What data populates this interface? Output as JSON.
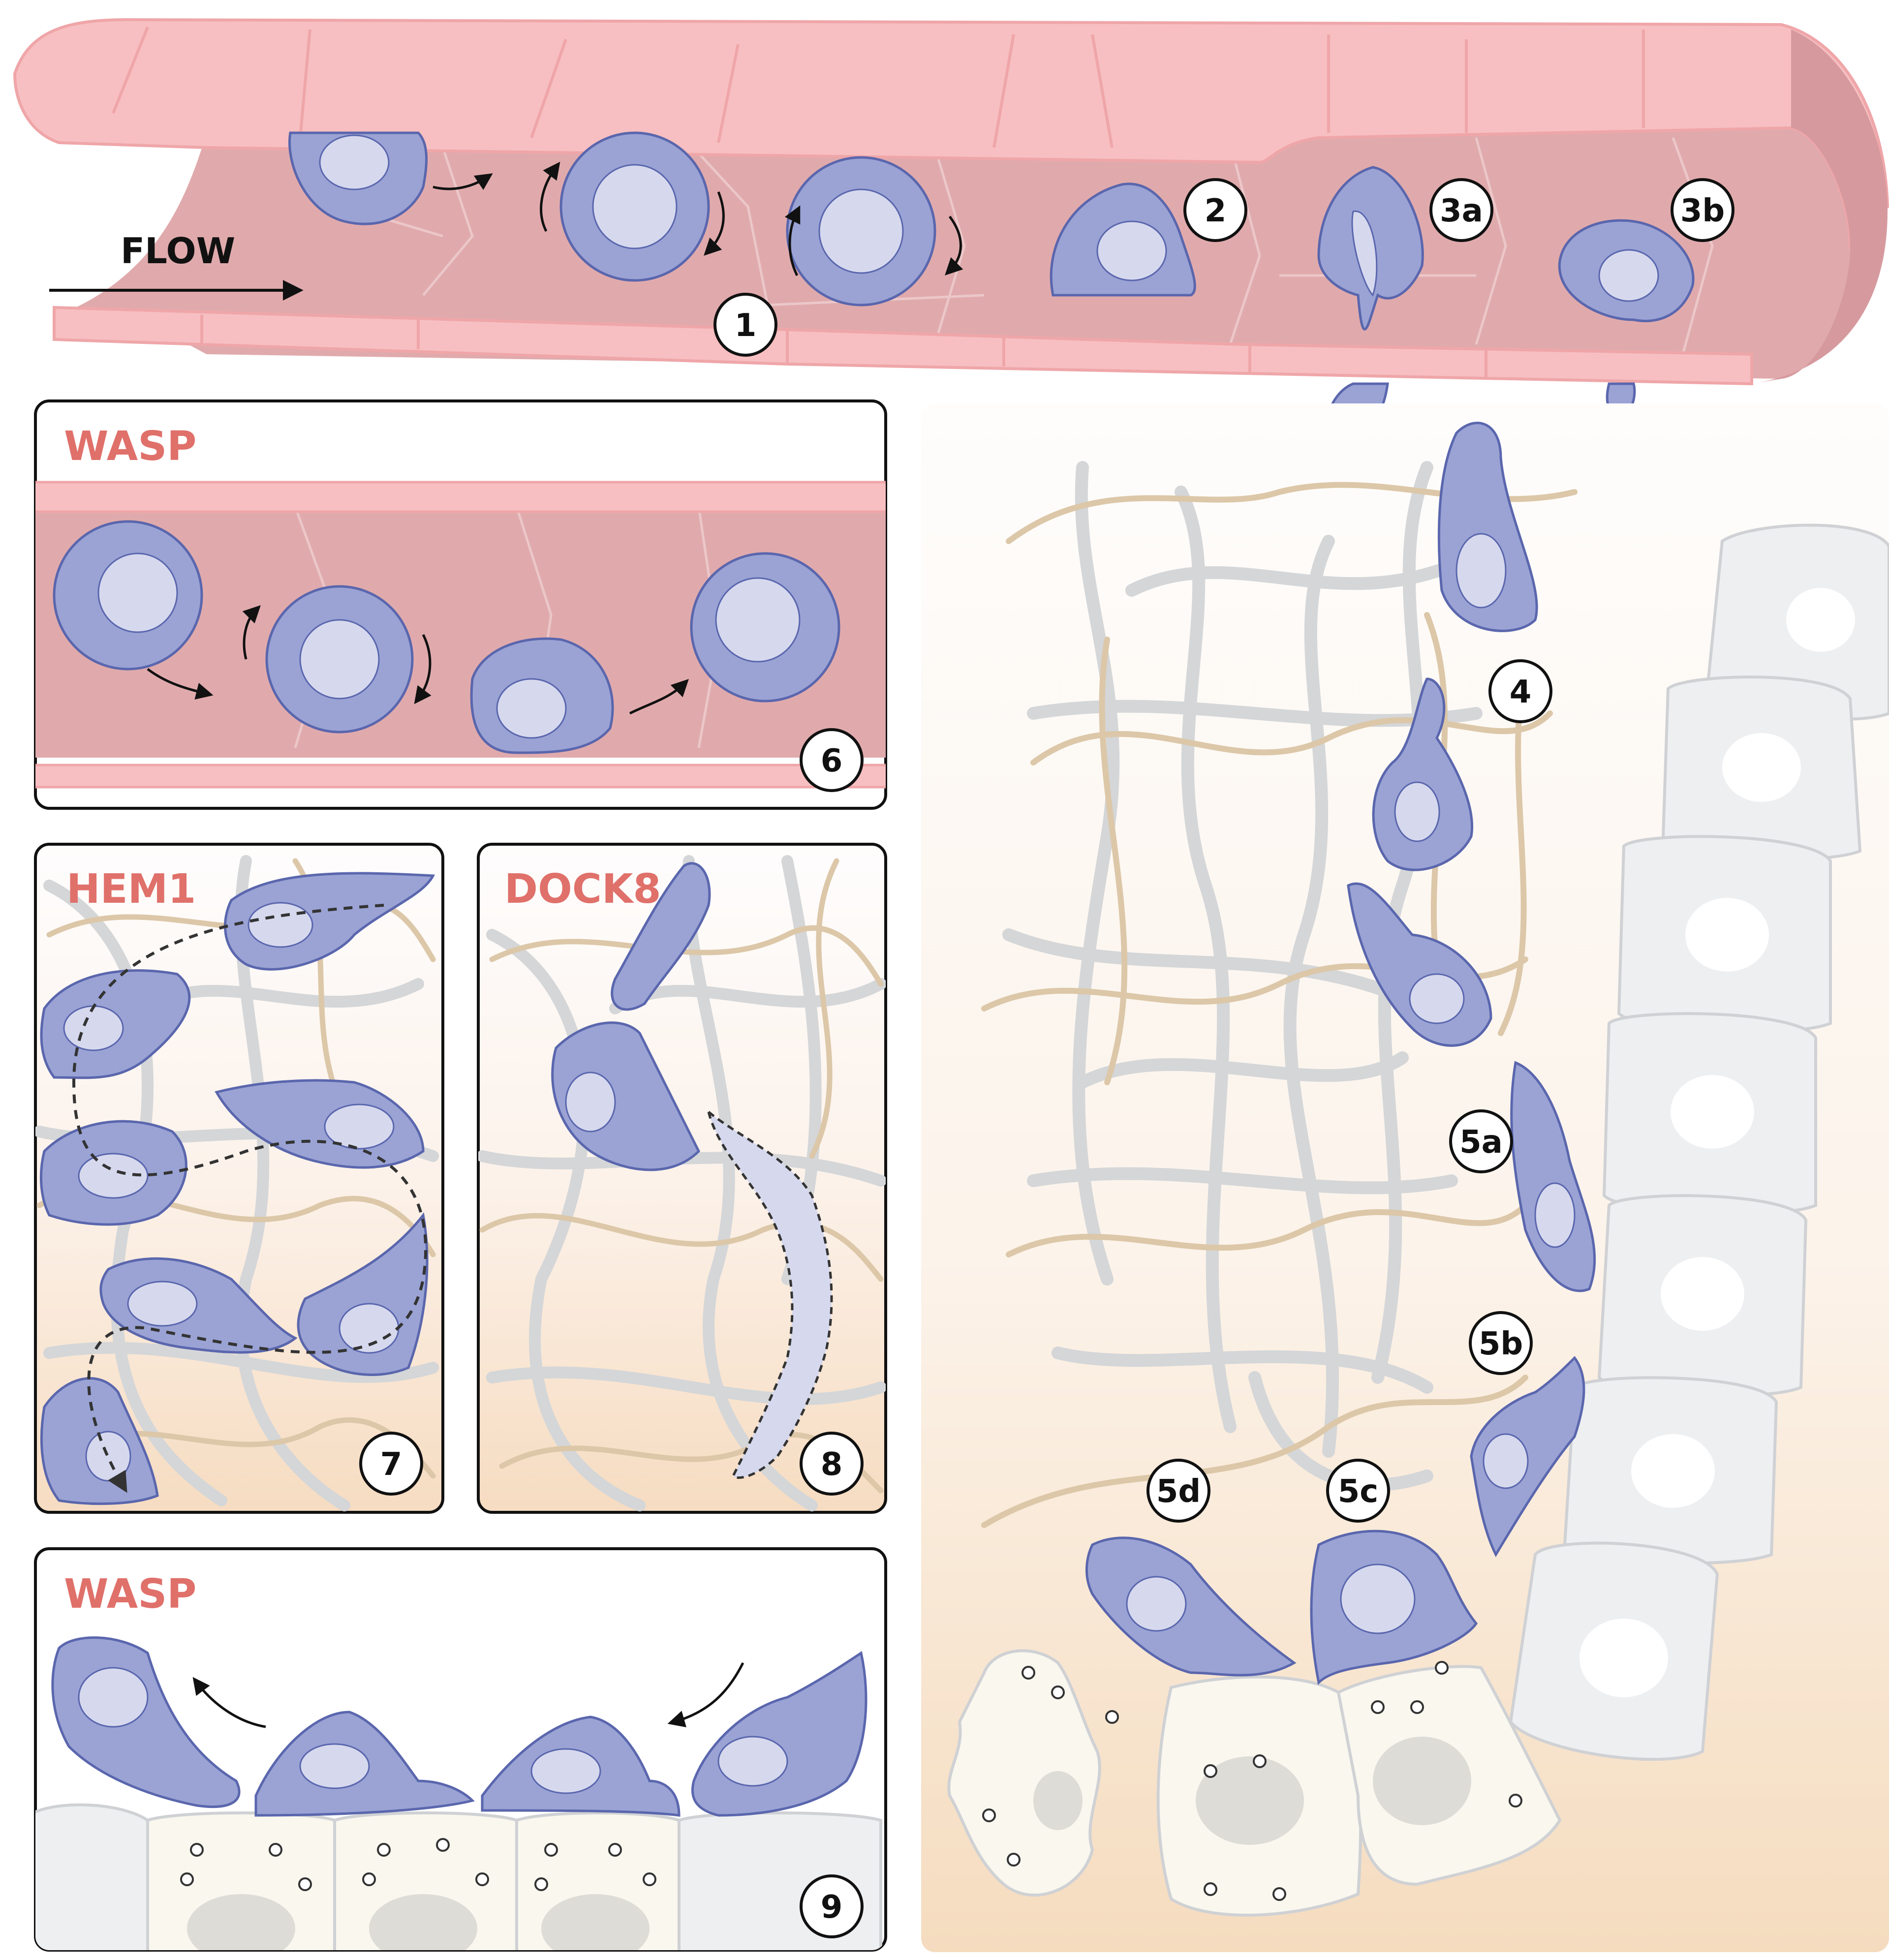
{
  "flow_label": "FLOW",
  "panel_titles": {
    "wasp_vessel": "WASP",
    "hem1": "HEM1",
    "dock8": "DOCK8",
    "wasp_epithelium": "WASP"
  },
  "step_labels": {
    "s1": "1",
    "s2": "2",
    "s3a": "3a",
    "s3b": "3b",
    "s4": "4",
    "s5a": "5a",
    "s5b": "5b",
    "s5c": "5c",
    "s5d": "5d",
    "s6": "6",
    "s7": "7",
    "s8": "8",
    "s9": "9"
  },
  "colors": {
    "vessel_wall": "#f7bfc1",
    "vessel_wall_stroke": "#efa6a9",
    "vessel_lumen": "#e0aaac",
    "cell_body": "#9aa3d4",
    "cell_stroke": "#5a66ad",
    "cell_nucleus": "#d6d9ee",
    "collagen_grey": "#d4d6d8",
    "collagen_tan": "#dcc7a8",
    "tissue_top": "#fdfcfb",
    "tissue_bottom": "#f5dcbf",
    "epithelium": "#eeeff1",
    "infected_cell": "#f9f7ee",
    "title_red": "#e0706a"
  },
  "icons": [
    "arrow-icon",
    "dashed-path-icon",
    "bacteria-icon"
  ]
}
